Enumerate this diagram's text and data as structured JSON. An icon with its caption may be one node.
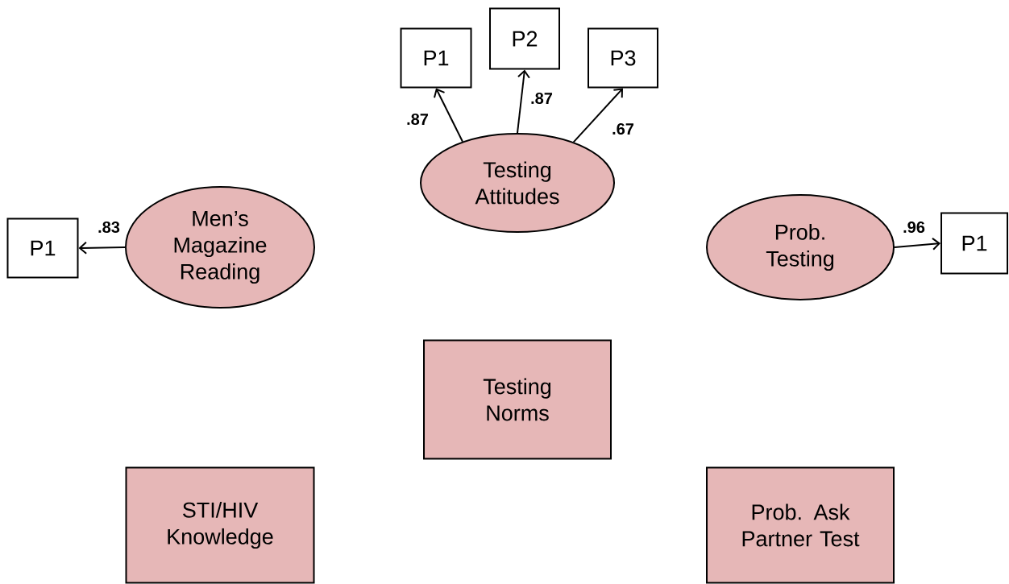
{
  "diagram": {
    "nodes": [
      {
        "text": [
          "P1"
        ]
      },
      {
        "text": [
          "P2"
        ]
      },
      {
        "text": [
          "P3"
        ]
      },
      {
        "text": [
          "Testing Attitudes"
        ]
      },
      {
        "text": [
          "P1"
        ]
      },
      {
        "text": [
          "Men’s Magazine Reading"
        ]
      },
      {
        "text": [
          "Prob. Testing"
        ]
      },
      {
        "text": [
          "P1"
        ]
      },
      {
        "text": [
          "Testing Norms"
        ]
      },
      {
        "text": [
          "STI/HIV Knowledge"
        ]
      },
      {
        "text": [
          "Prob. Ask Partner Test"
        ]
      }
    ],
    "edges": [
      {
        "from": 3,
        "to": 0,
        "arrow": "to",
        "label": ".87"
      },
      {
        "from": 3,
        "to": 1,
        "arrow": "to",
        "label": ".87"
      },
      {
        "from": 3,
        "to": 2,
        "arrow": "to",
        "label": ".67"
      },
      {
        "from": 5,
        "to": 4,
        "arrow": "to",
        "label": ".83"
      },
      {
        "from": 6,
        "to": 7,
        "arrow": "to",
        "label": ".96"
      }
    ]
  }
}
